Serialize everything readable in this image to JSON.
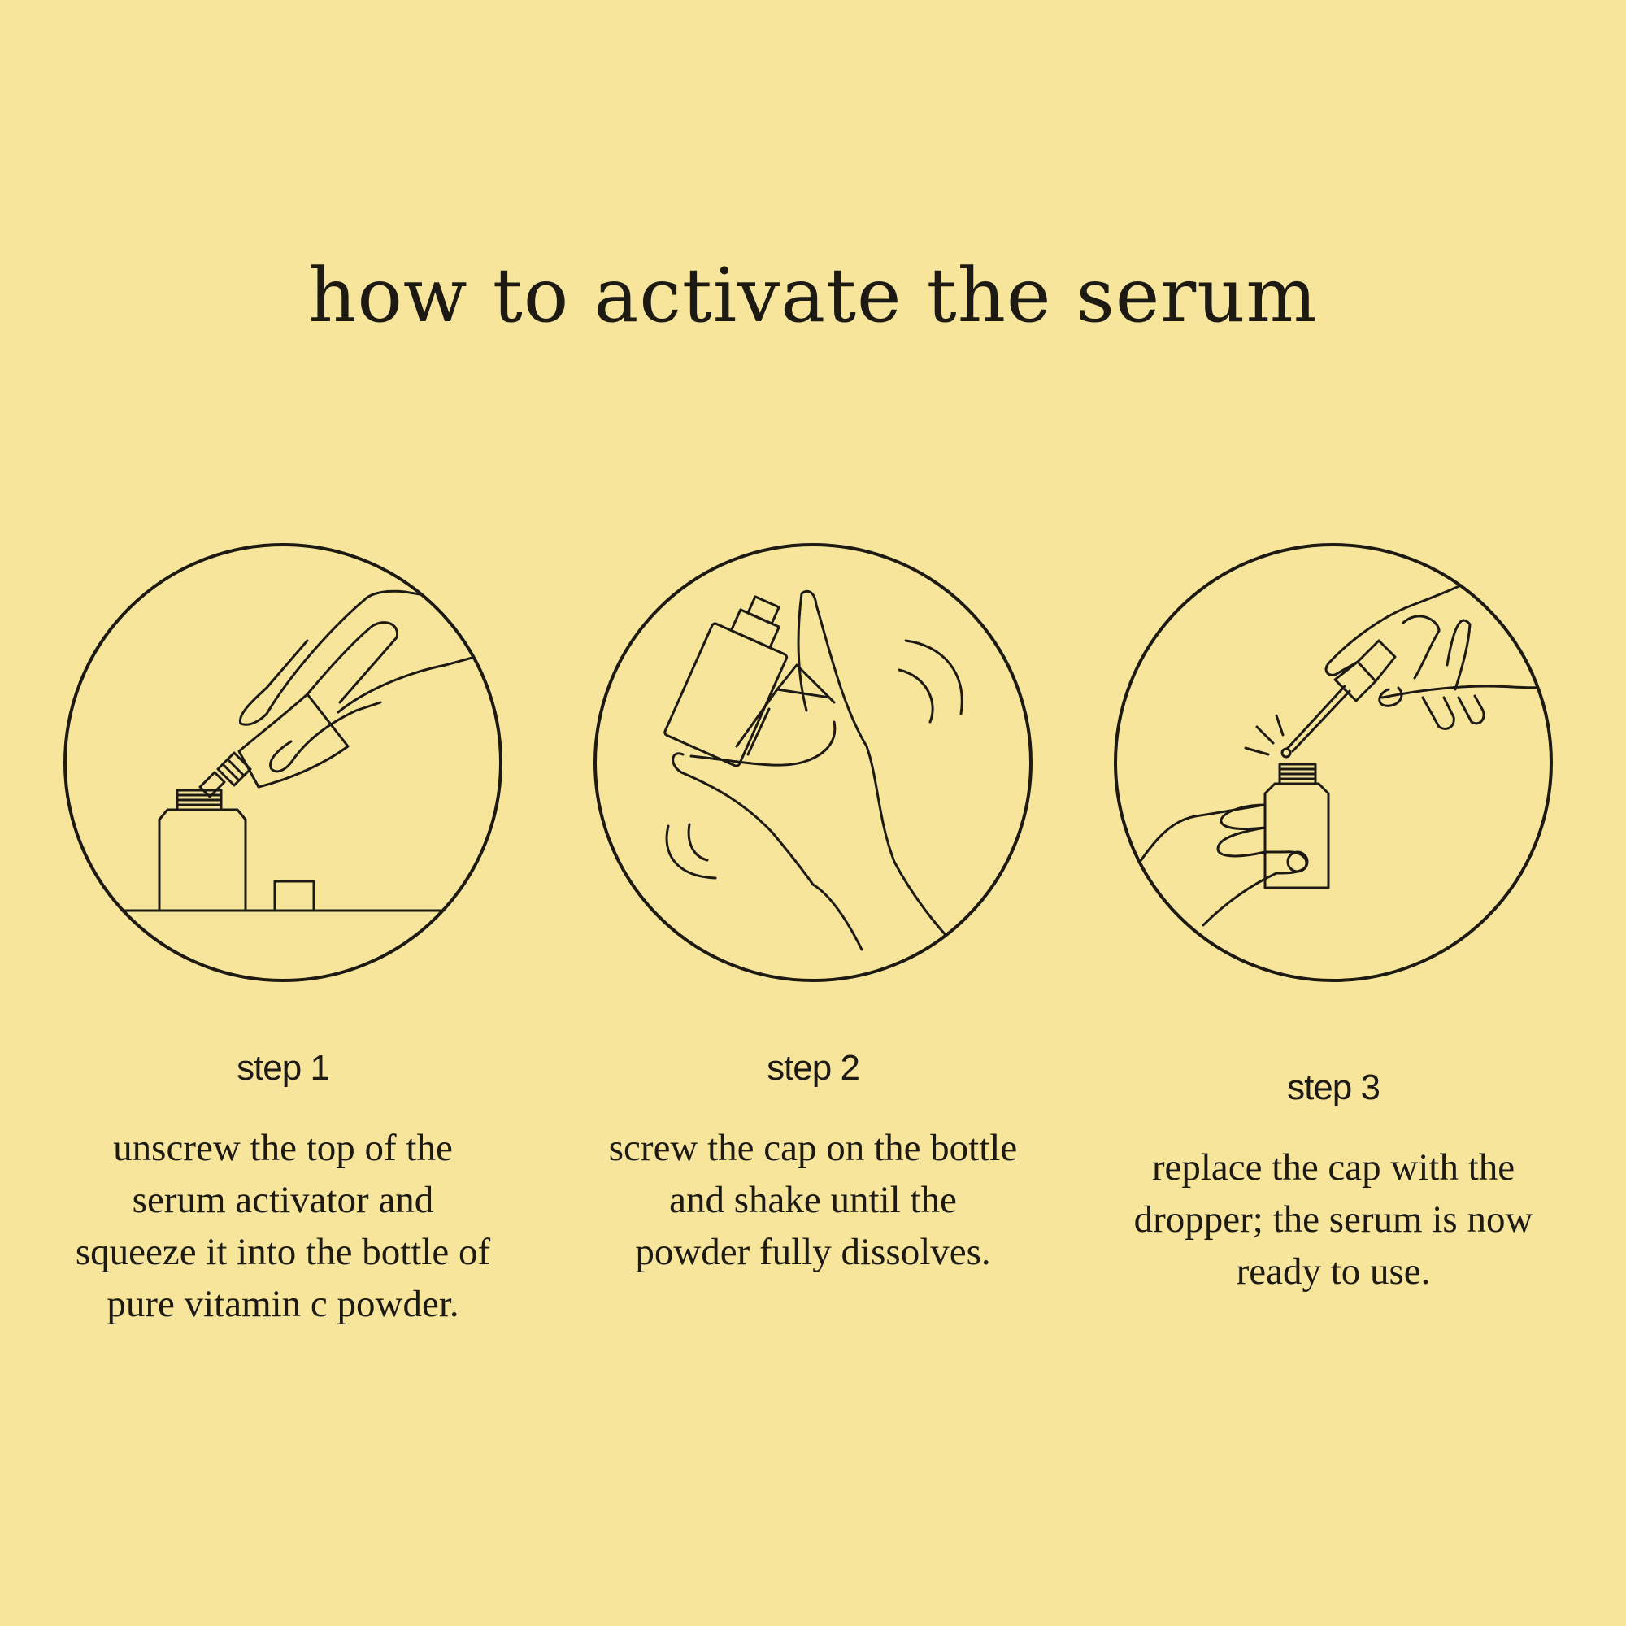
{
  "title": "how to activate the serum",
  "steps": [
    {
      "label": "step 1",
      "lines": [
        "unscrew the top of the",
        "serum activator and",
        "squeeze it into the bottle of",
        "pure vitamin c powder."
      ]
    },
    {
      "label": "step 2",
      "lines": [
        "screw the cap on the bottle",
        "and shake until the",
        "powder fully dissolves."
      ]
    },
    {
      "label": "step 3",
      "lines": [
        "replace the cap with the",
        "dropper; the serum is now",
        "ready to use."
      ]
    }
  ],
  "icons": [
    "hand-pouring-activator-icon",
    "hand-shaking-bottle-icon",
    "hand-dropper-bottle-icon"
  ]
}
